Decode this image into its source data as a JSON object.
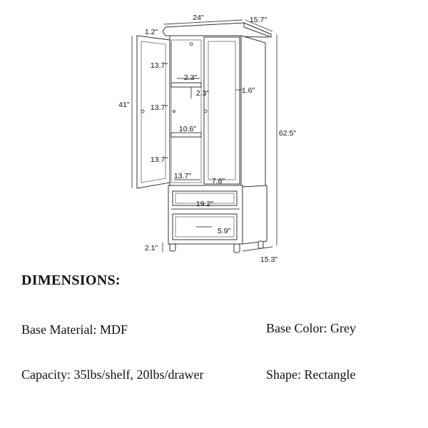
{
  "diagram": {
    "labels": {
      "width_top": "24\"",
      "depth_top": "15.7\"",
      "crown": "1.2\"",
      "door_height": "41\"",
      "total_height": "62.5\"",
      "shelf_space_1": "13.7\"",
      "shelf_space_2": "13.7\"",
      "shelf_space_3": "13.7\"",
      "shelf_gap_1": "2.3\"",
      "shelf_gap_2": "2.3\"",
      "door_thickness": "1.6\"",
      "shelf_depth": "10.6\"",
      "bottom_shelf_width": "13.7\"",
      "inner_side": "7.8\"",
      "drawer_width": "19.2\"",
      "drawer_height": "5.9\"",
      "feet": "2.1\"",
      "depth_bottom": "15.3\""
    }
  },
  "heading": "DIMENSIONS:",
  "specs": {
    "base_material": "Base Material: MDF",
    "base_color": "Base Color: Grey",
    "capacity": "Capacity: 35lbs/shelf, 20lbs/drawer",
    "shape": "Shape: Rectangle"
  }
}
